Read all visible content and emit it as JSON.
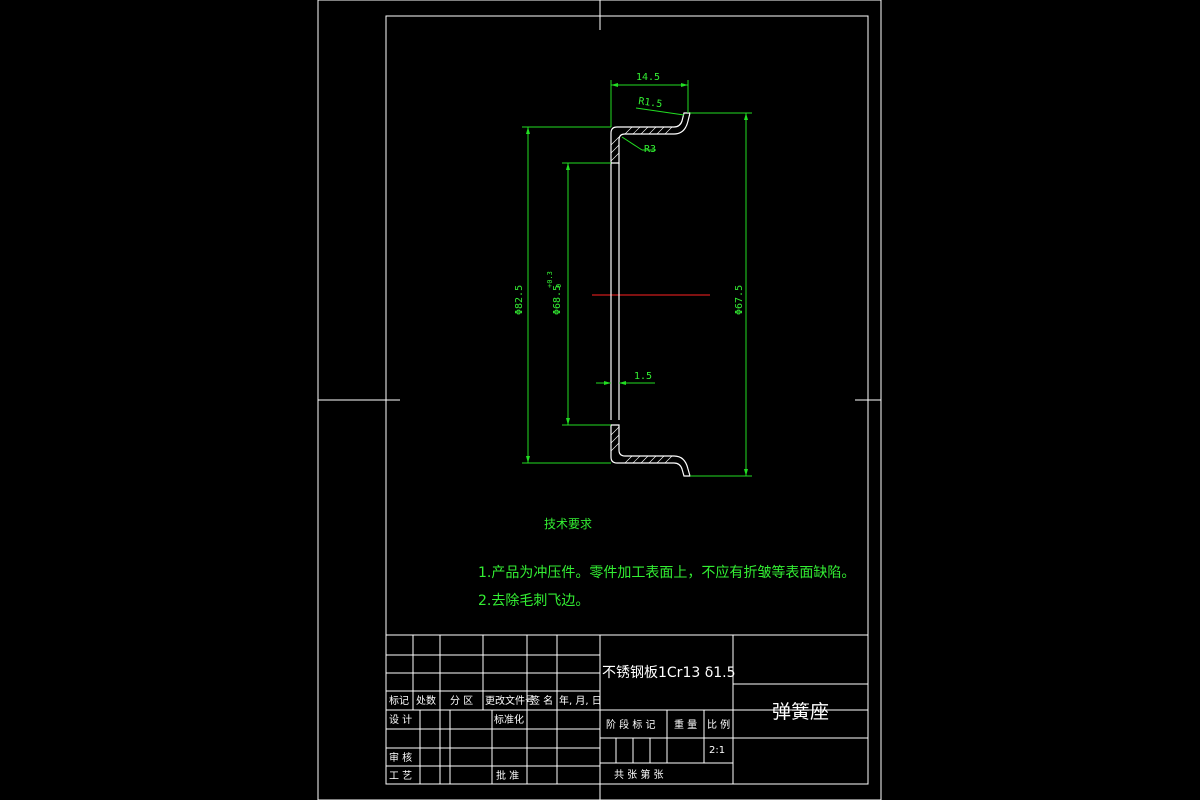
{
  "drawing": {
    "dims": {
      "width_top": "14.5",
      "radius_top": "R1.5",
      "radius_inner": "R3",
      "dia_outer": "Φ82.5",
      "dia_bore": "Φ68.5",
      "dia_bore_tol": "+0.3",
      "dia_bore_tol_low": "0",
      "dia_right": "Φ67.5",
      "thickness": "1.5"
    }
  },
  "notes": {
    "title": "技术要求",
    "items": [
      "1.产品为冲压件。零件加工表面上，不应有折皱等表面缺陷。",
      "2.去除毛刺飞边。"
    ]
  },
  "title_block": {
    "material": "不锈钢板1Cr13  δ1.5",
    "part_name": "弹簧座",
    "header_row": [
      "标记",
      "处数",
      "分 区",
      "更改文件号",
      "签 名",
      "年, 月, 日"
    ],
    "design": "设 计",
    "standardize": "标准化",
    "review": "审 核",
    "process": "工 艺",
    "approve": "批 准",
    "stage_mark": "阶 段 标 记",
    "weight": "重 量",
    "scale_label": "比 例",
    "scale_value": "2:1",
    "sheets": "共      张 第      张"
  }
}
